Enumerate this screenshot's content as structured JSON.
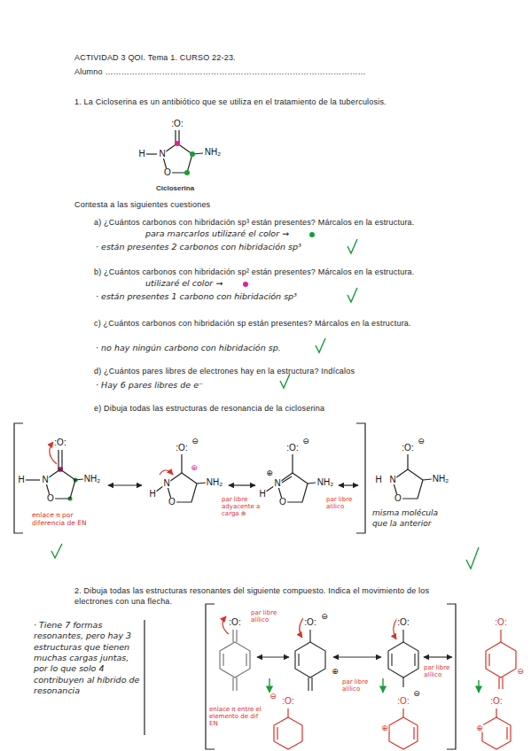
{
  "diagram": {
    "title": "ACTIVIDAD 3 QOI. Tema 1. CURSO 22-23.",
    "labels": [
      "Alumno ……………………………………………………………………………………",
      "1. La Cicloserina es un antibiótico que se utiliza en el tratamiento de la tuberculosis.",
      ":O:",
      "H",
      "N",
      "NH₂",
      "O",
      "Cicloserina",
      "Contesta a las siguientes cuestiones",
      "a) ¿Cuántos carbonos con hibridación sp³ están presentes? Márcalos en la estructura.",
      "para marcarlos utilizaré el color →",
      "· están presentes 2 carbonos con hibridación sp³",
      "b) ¿Cuántos carbonos con hibridación sp² están presentes? Márcalos en la estructura.",
      "utilizaré el color →",
      "· están presentes 1 carbono con hibridación sp³",
      "c) ¿Cuántos carbonos con hibridación sp están presentes? Márcalos en la estructura.",
      "· no hay ningún carbono con hibridación sp.",
      "d) ¿Cuántos pares libres de electrones hay en la estructura? Indícalos",
      "· Hay 6 pares libres de e⁻",
      "e) Dibuja todas las estructuras de resonancia de la cicloserina",
      ":O:",
      "H",
      "N",
      "NH₂",
      "O",
      "enlace π por diferencia de EN",
      ":O:",
      "⊖",
      "N",
      "H",
      "⊕",
      "NH₂",
      "O",
      "par libre adyacente a carga ⊕",
      ":O:",
      "⊖",
      "N",
      "⊕",
      "H",
      "NH₂",
      "O",
      "par libre alílico",
      ":O:",
      "⊖",
      "H",
      "N",
      "NH₂",
      "O",
      "misma molécula que la anterior",
      "2. Dibuja todas las estructuras resonantes del siguiente compuesto. Indica el movimiento de los electrones con una flecha.",
      "· Tiene 7 formas resonantes, pero hay 3 estructuras que tienen muchas cargas juntas, por lo que solo 4 contribuyen al híbrido de resonancia",
      ":O:",
      "par libre alílico",
      "enlace π entre el elemento de dif EN",
      ":O:",
      "⊖",
      "⊕",
      "par libre alílico",
      ":O:",
      "⊖",
      "par libre alílico",
      ":O:",
      "⊖",
      ":O:",
      "⊖",
      ":O:",
      "⊕",
      ":O:",
      "⊕"
    ]
  }
}
